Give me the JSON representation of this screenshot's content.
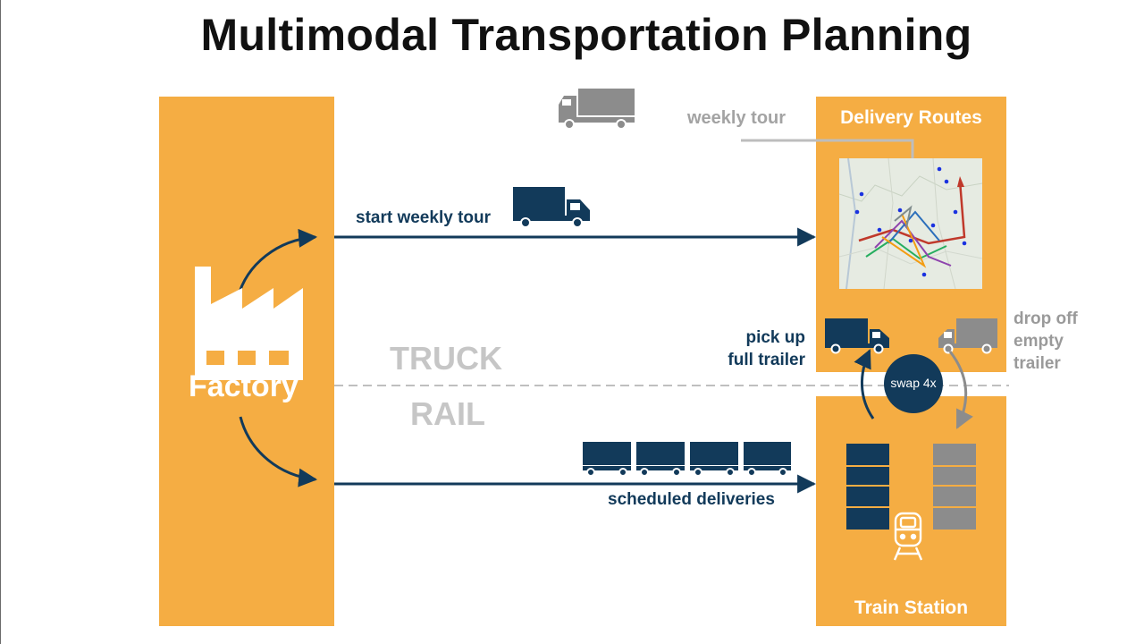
{
  "title": "Multimodal Transportation Planning",
  "colors": {
    "panel": "#f5ad43",
    "navy": "#123a5a",
    "grey": "#8c8c8c",
    "light_grey": "#bdbdbd",
    "text": "#111111",
    "white": "#ffffff"
  },
  "factory": {
    "label": "Factory",
    "icon": "factory-icon"
  },
  "delivery": {
    "label": "Delivery Routes"
  },
  "station": {
    "label": "Train Station",
    "icon": "train-icon"
  },
  "modes": {
    "truck": "TRUCK",
    "rail": "RAIL"
  },
  "flows": {
    "weekly_tour": "weekly tour",
    "start_weekly_tour": "start weekly tour",
    "scheduled_deliveries": "scheduled deliveries",
    "pick_up": [
      "pick up",
      "full trailer"
    ],
    "drop_off": [
      "drop off",
      "empty",
      "trailer"
    ],
    "swap": "swap 4x"
  },
  "icons": [
    "truck-icon",
    "train-icon",
    "factory-icon",
    "route-map"
  ]
}
